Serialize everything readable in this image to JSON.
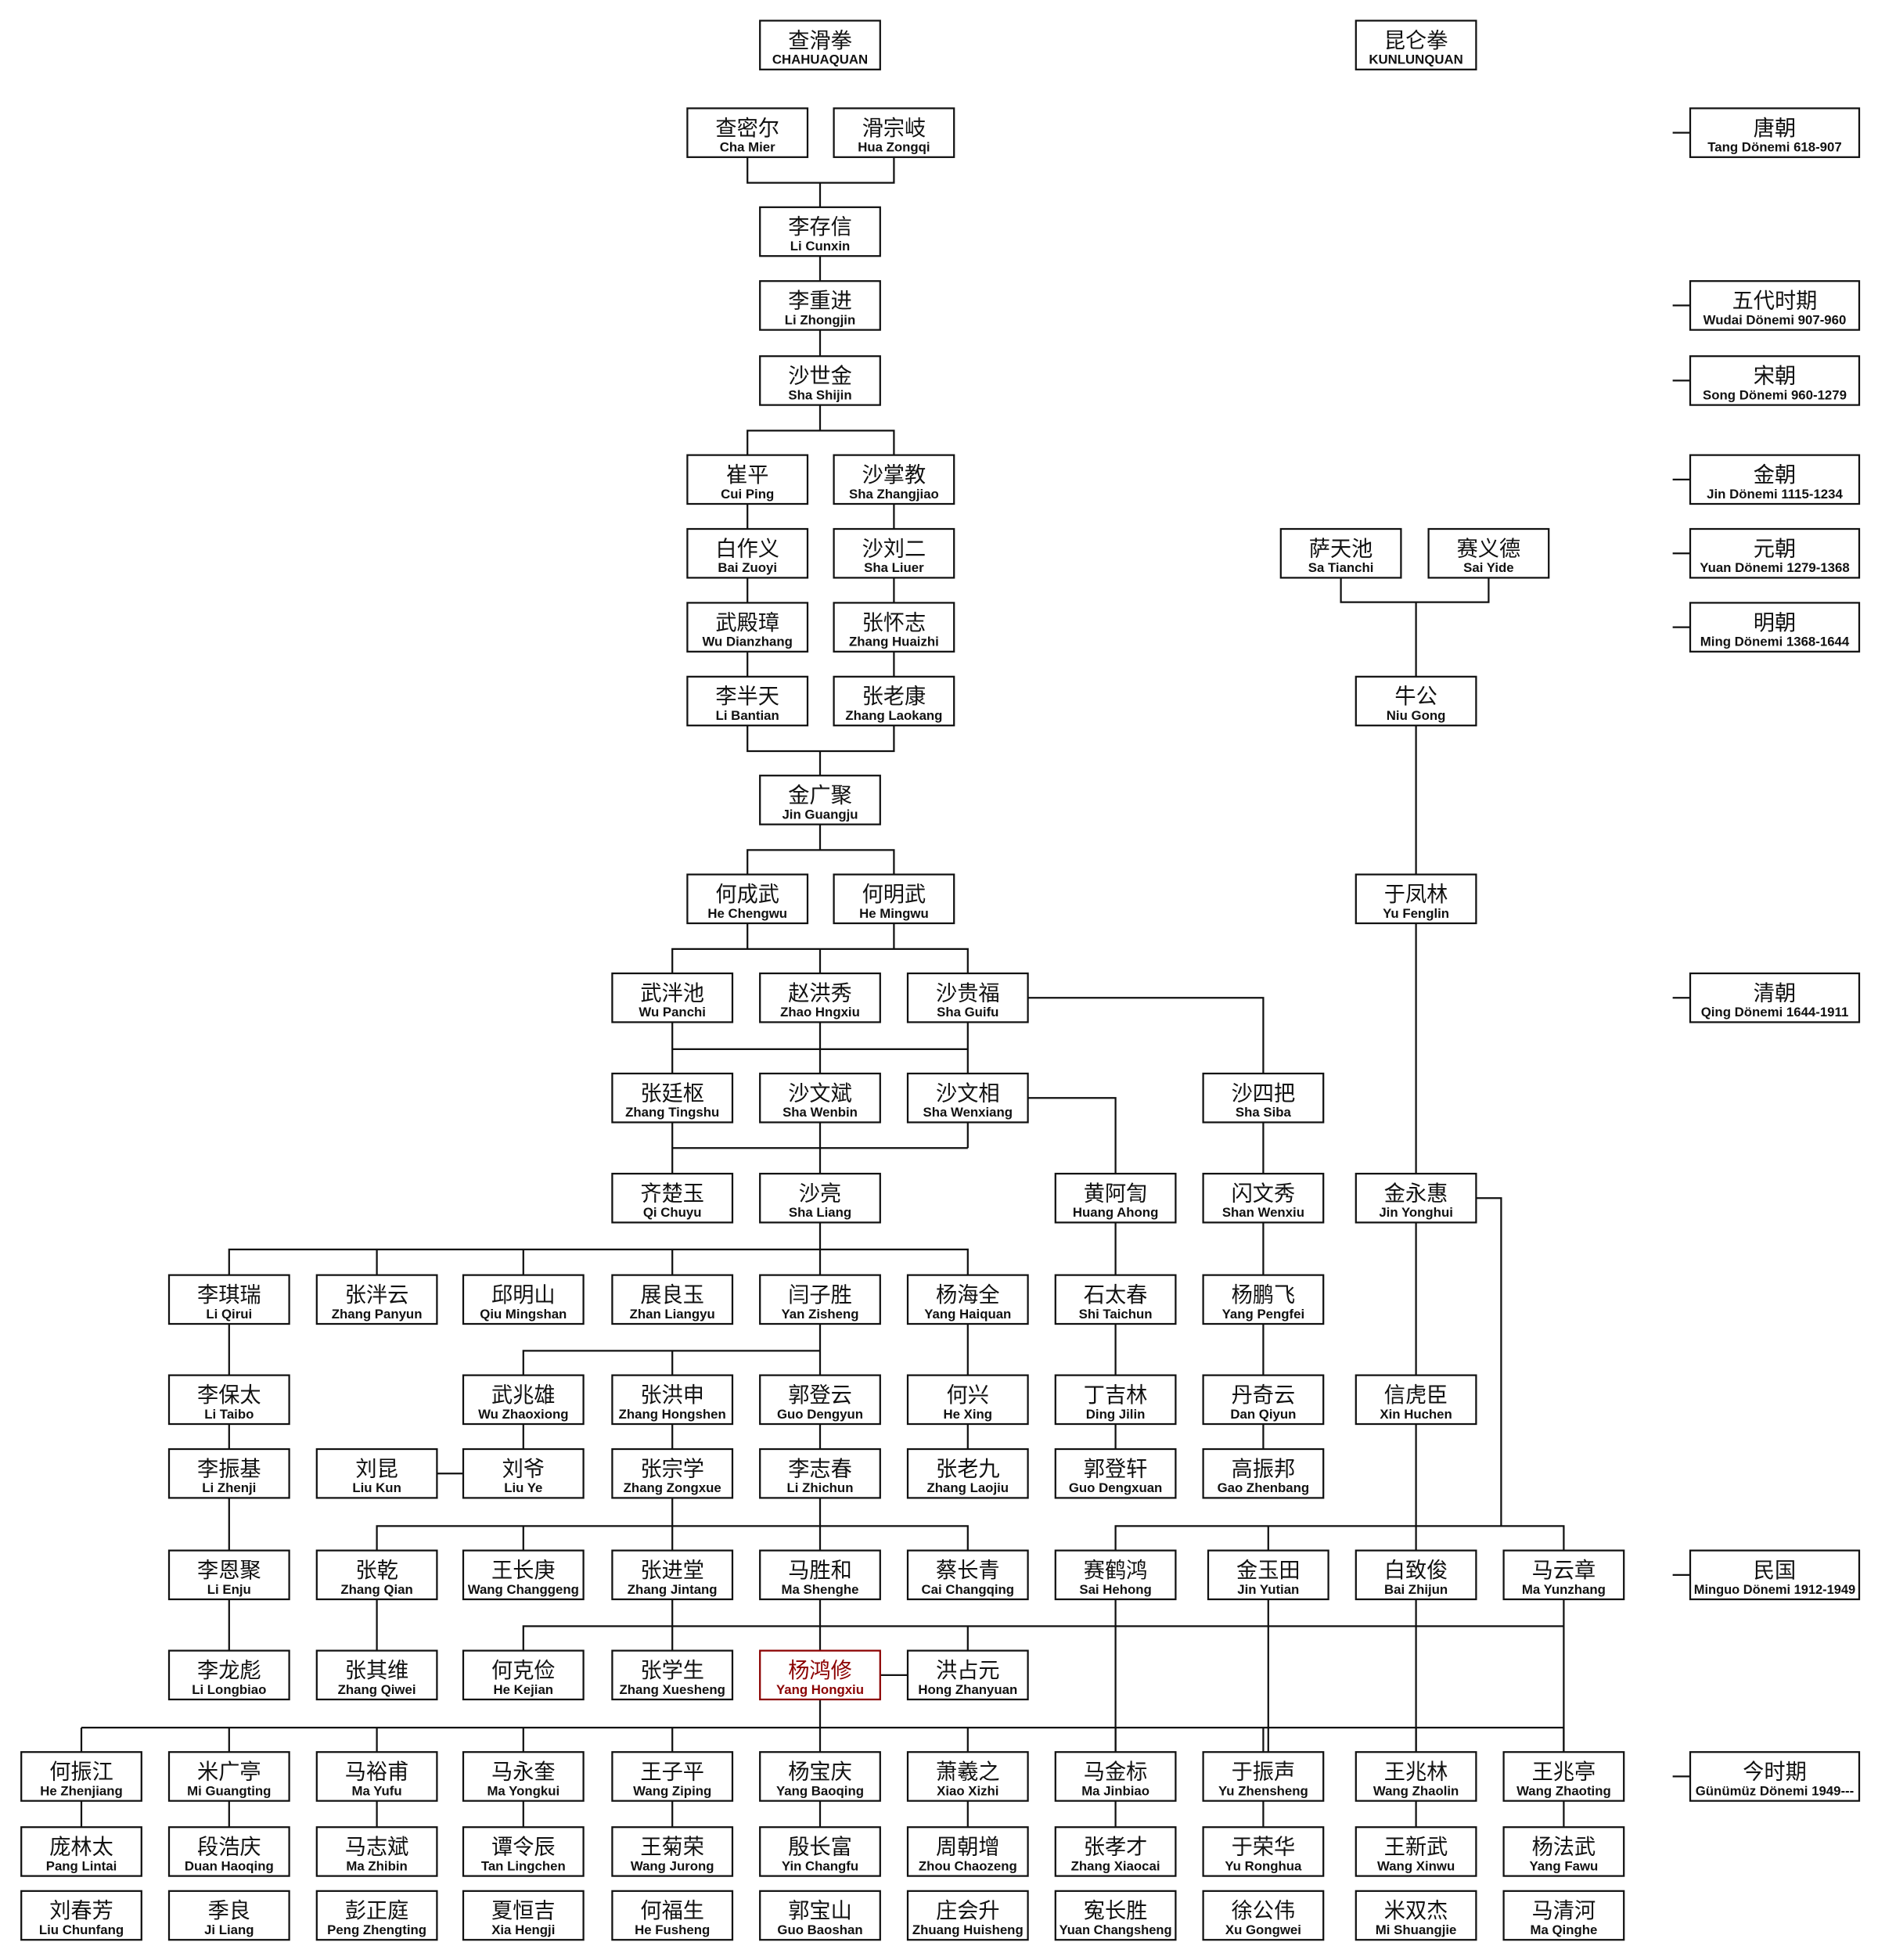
{
  "headers": [
    {
      "id": "chahuaquan",
      "zh": "查滑拳",
      "en": "CHAHUAQUAN"
    },
    {
      "id": "kunlunquan",
      "zh": "昆仑拳",
      "en": "KUNLUNQUAN"
    }
  ],
  "periods": [
    {
      "id": "tang",
      "zh": "唐朝",
      "en": "Tang Dönemi 618-907"
    },
    {
      "id": "wudai",
      "zh": "五代时期",
      "en": "Wudai Dönemi 907-960"
    },
    {
      "id": "song",
      "zh": "宋朝",
      "en": "Song Dönemi 960-1279"
    },
    {
      "id": "jin",
      "zh": "金朝",
      "en": "Jin Dönemi 1115-1234"
    },
    {
      "id": "yuan",
      "zh": "元朝",
      "en": "Yuan Dönemi 1279-1368"
    },
    {
      "id": "ming",
      "zh": "明朝",
      "en": "Ming Dönemi 1368-1644"
    },
    {
      "id": "qing",
      "zh": "清朝",
      "en": "Qing Dönemi 1644-1911"
    },
    {
      "id": "minguo",
      "zh": "民国",
      "en": "Minguo Dönemi 1912-1949"
    },
    {
      "id": "jinshiqi",
      "zh": "今时期",
      "en": "Günümüz Dönemi 1949---"
    }
  ],
  "highlight_color": "#8b0000",
  "people": [
    {
      "id": "chamier",
      "zh": "查密尔",
      "en": "Cha Mier"
    },
    {
      "id": "huazongqi",
      "zh": "滑宗岐",
      "en": "Hua Zongqi"
    },
    {
      "id": "licunxin",
      "zh": "李存信",
      "en": "Li Cunxin"
    },
    {
      "id": "lizhongjin",
      "zh": "李重进",
      "en": "Li Zhongjin"
    },
    {
      "id": "shashijin",
      "zh": "沙世金",
      "en": "Sha Shijin"
    },
    {
      "id": "cuiping",
      "zh": "崔平",
      "en": "Cui Ping"
    },
    {
      "id": "shazhangjiao",
      "zh": "沙掌教",
      "en": "Sha Zhangjiao"
    },
    {
      "id": "baizuoyi",
      "zh": "白作义",
      "en": "Bai Zuoyi"
    },
    {
      "id": "shaliuer",
      "zh": "沙刘二",
      "en": "Sha Liuer"
    },
    {
      "id": "satianchi",
      "zh": "萨天池",
      "en": "Sa Tianchi"
    },
    {
      "id": "saiyide",
      "zh": "赛义德",
      "en": "Sai Yide"
    },
    {
      "id": "wudianzhang",
      "zh": "武殿璋",
      "en": "Wu Dianzhang"
    },
    {
      "id": "zhanghuaizhi",
      "zh": "张怀志",
      "en": "Zhang Huaizhi"
    },
    {
      "id": "libantian",
      "zh": "李半天",
      "en": "Li Bantian"
    },
    {
      "id": "zhanglaokang",
      "zh": "张老康",
      "en": "Zhang Laokang"
    },
    {
      "id": "niugong",
      "zh": "牛公",
      "en": "Niu Gong"
    },
    {
      "id": "jinguangju",
      "zh": "金广聚",
      "en": "Jin Guangju"
    },
    {
      "id": "hechengwu",
      "zh": "何成武",
      "en": "He Chengwu"
    },
    {
      "id": "hemingwu",
      "zh": "何明武",
      "en": "He Mingwu"
    },
    {
      "id": "yufenglin",
      "zh": "于凤林",
      "en": "Yu Fenglin"
    },
    {
      "id": "wupanchi",
      "zh": "武泮池",
      "en": "Wu Panchi"
    },
    {
      "id": "zhaohongxiu",
      "zh": "赵洪秀",
      "en": "Zhao Hngxiu"
    },
    {
      "id": "shaguifu",
      "zh": "沙贵福",
      "en": "Sha Guifu"
    },
    {
      "id": "zhangtingshu",
      "zh": "张廷枢",
      "en": "Zhang Tingshu"
    },
    {
      "id": "shawenbin",
      "zh": "沙文斌",
      "en": "Sha Wenbin"
    },
    {
      "id": "shawenxiang",
      "zh": "沙文相",
      "en": "Sha Wenxiang"
    },
    {
      "id": "shasiba",
      "zh": "沙四把",
      "en": "Sha Siba"
    },
    {
      "id": "qichuyu",
      "zh": "齐楚玉",
      "en": "Qi Chuyu"
    },
    {
      "id": "shaliang",
      "zh": "沙亮",
      "en": "Sha Liang"
    },
    {
      "id": "huangahong",
      "zh": "黄阿訇",
      "en": "Huang Ahong"
    },
    {
      "id": "shanwenxiu",
      "zh": "闪文秀",
      "en": "Shan Wenxiu"
    },
    {
      "id": "jinyonghui",
      "zh": "金永惠",
      "en": "Jin Yonghui"
    },
    {
      "id": "liqirui",
      "zh": "李琪瑞",
      "en": "Li Qirui"
    },
    {
      "id": "zhangpanyun",
      "zh": "张泮云",
      "en": "Zhang Panyun"
    },
    {
      "id": "qiumingshan",
      "zh": "邱明山",
      "en": "Qiu Mingshan"
    },
    {
      "id": "zhanliangyu",
      "zh": "展良玉",
      "en": "Zhan Liangyu"
    },
    {
      "id": "yanzisheng",
      "zh": "闫子胜",
      "en": "Yan Zisheng"
    },
    {
      "id": "yanghaiquan",
      "zh": "杨海全",
      "en": "Yang Haiquan"
    },
    {
      "id": "shitaichun",
      "zh": "石太春",
      "en": "Shi Taichun"
    },
    {
      "id": "yangpengfei",
      "zh": "杨鹏飞",
      "en": "Yang Pengfei"
    },
    {
      "id": "litaibo",
      "zh": "李保太",
      "en": "Li Taibo"
    },
    {
      "id": "wuzhaoxiong",
      "zh": "武兆雄",
      "en": "Wu Zhaoxiong"
    },
    {
      "id": "zhanghongshen",
      "zh": "张洪申",
      "en": "Zhang Hongshen"
    },
    {
      "id": "guodengyun",
      "zh": "郭登云",
      "en": "Guo Dengyun"
    },
    {
      "id": "hexing",
      "zh": "何兴",
      "en": "He Xing"
    },
    {
      "id": "dingjilin",
      "zh": "丁吉林",
      "en": "Ding Jilin"
    },
    {
      "id": "danqiyun",
      "zh": "丹奇云",
      "en": "Dan Qiyun"
    },
    {
      "id": "xinhuchen",
      "zh": "信虎臣",
      "en": "Xin Huchen"
    },
    {
      "id": "lizhenji",
      "zh": "李振基",
      "en": "Li Zhenji"
    },
    {
      "id": "liukun",
      "zh": "刘昆",
      "en": "Liu Kun"
    },
    {
      "id": "liuye",
      "zh": "刘爷",
      "en": "Liu Ye"
    },
    {
      "id": "zhangzongxue",
      "zh": "张宗学",
      "en": "Zhang Zongxue"
    },
    {
      "id": "lizhichun",
      "zh": "李志春",
      "en": "Li Zhichun"
    },
    {
      "id": "zhanglaojiu",
      "zh": "张老九",
      "en": "Zhang Laojiu"
    },
    {
      "id": "guodengxuan",
      "zh": "郭登轩",
      "en": "Guo Dengxuan"
    },
    {
      "id": "gaozhenbang",
      "zh": "高振邦",
      "en": "Gao Zhenbang"
    },
    {
      "id": "lienju",
      "zh": "李恩聚",
      "en": "Li Enju"
    },
    {
      "id": "zhangqian",
      "zh": "张乾",
      "en": "Zhang Qian"
    },
    {
      "id": "wangchanggeng",
      "zh": "王长庚",
      "en": "Wang Changgeng"
    },
    {
      "id": "zhangjintang",
      "zh": "张进堂",
      "en": "Zhang Jintang"
    },
    {
      "id": "mashenghe",
      "zh": "马胜和",
      "en": "Ma Shenghe"
    },
    {
      "id": "caichangqing",
      "zh": "蔡长青",
      "en": "Cai Changqing"
    },
    {
      "id": "saihehong",
      "zh": "赛鹤鸿",
      "en": "Sai Hehong"
    },
    {
      "id": "jinyutian",
      "zh": "金玉田",
      "en": "Jin Yutian"
    },
    {
      "id": "baizhijun",
      "zh": "白致俊",
      "en": "Bai Zhijun"
    },
    {
      "id": "mayunzhang",
      "zh": "马云章",
      "en": "Ma Yunzhang"
    },
    {
      "id": "lilongbiao",
      "zh": "李龙彪",
      "en": "Li Longbiao"
    },
    {
      "id": "zhangqiwei",
      "zh": "张其维",
      "en": "Zhang Qiwei"
    },
    {
      "id": "hekejian",
      "zh": "何克俭",
      "en": "He Kejian"
    },
    {
      "id": "zhangxuesheng",
      "zh": "张学生",
      "en": "Zhang Xuesheng"
    },
    {
      "id": "yanghongxiu",
      "zh": "杨鸿修",
      "en": "Yang Hongxiu",
      "highlight": true
    },
    {
      "id": "hongzhanyuan",
      "zh": "洪占元",
      "en": "Hong Zhanyuan"
    },
    {
      "id": "hezhenjiang",
      "zh": "何振江",
      "en": "He Zhenjiang"
    },
    {
      "id": "miguangting",
      "zh": "米广亭",
      "en": "Mi Guangting"
    },
    {
      "id": "mayufu",
      "zh": "马裕甫",
      "en": "Ma Yufu"
    },
    {
      "id": "mayongkui",
      "zh": "马永奎",
      "en": "Ma Yongkui"
    },
    {
      "id": "wangziping",
      "zh": "王子平",
      "en": "Wang Ziping"
    },
    {
      "id": "yangbaoqing",
      "zh": "杨宝庆",
      "en": "Yang Baoqing"
    },
    {
      "id": "xiaoxizhi",
      "zh": "萧羲之",
      "en": "Xiao Xizhi"
    },
    {
      "id": "majinbiao",
      "zh": "马金标",
      "en": "Ma Jinbiao"
    },
    {
      "id": "yuzhensheng",
      "zh": "于振声",
      "en": "Yu Zhensheng"
    },
    {
      "id": "wangzhaolin",
      "zh": "王兆林",
      "en": "Wang Zhaolin"
    },
    {
      "id": "wangzhaoting",
      "zh": "王兆亭",
      "en": "Wang Zhaoting"
    },
    {
      "id": "panglintai",
      "zh": "庞林太",
      "en": "Pang Lintai"
    },
    {
      "id": "duanhaoqing",
      "zh": "段浩庆",
      "en": "Duan Haoqing"
    },
    {
      "id": "mazhibin",
      "zh": "马志斌",
      "en": "Ma Zhibin"
    },
    {
      "id": "tanlingchen",
      "zh": "谭令辰",
      "en": "Tan Lingchen"
    },
    {
      "id": "wangjurong",
      "zh": "王菊荣",
      "en": "Wang Jurong"
    },
    {
      "id": "yinchangfu",
      "zh": "殷长富",
      "en": "Yin Changfu"
    },
    {
      "id": "zhouchaozeng",
      "zh": "周朝增",
      "en": "Zhou Chaozeng"
    },
    {
      "id": "zhangxiaocai",
      "zh": "张孝才",
      "en": "Zhang Xiaocai"
    },
    {
      "id": "yuronghua",
      "zh": "于荣华",
      "en": "Yu Ronghua"
    },
    {
      "id": "wangxinwu",
      "zh": "王新武",
      "en": "Wang Xinwu"
    },
    {
      "id": "yangfawu",
      "zh": "杨法武",
      "en": "Yang Fawu"
    },
    {
      "id": "liuchunfang",
      "zh": "刘春芳",
      "en": "Liu Chunfang"
    },
    {
      "id": "jiliang",
      "zh": "季良",
      "en": "Ji Liang"
    },
    {
      "id": "pengzhengting",
      "zh": "彭正庭",
      "en": "Peng Zhengting"
    },
    {
      "id": "xiahengji",
      "zh": "夏恒吉",
      "en": "Xia Hengji"
    },
    {
      "id": "hefusheng",
      "zh": "何福生",
      "en": "He Fusheng"
    },
    {
      "id": "guobaoshan",
      "zh": "郭宝山",
      "en": "Guo Baoshan"
    },
    {
      "id": "zhuanghuisheng",
      "zh": "庄会升",
      "en": "Zhuang Huisheng"
    },
    {
      "id": "yuanchangsheng",
      "zh": "寃长胜",
      "en": "Yuan Changsheng"
    },
    {
      "id": "xugongwei",
      "zh": "徐公伟",
      "en": "Xu Gongwei"
    },
    {
      "id": "mishuangjie",
      "zh": "米双杰",
      "en": "Mi Shuangjie"
    },
    {
      "id": "maqinghe",
      "zh": "马清河",
      "en": "Ma Qinghe"
    }
  ]
}
